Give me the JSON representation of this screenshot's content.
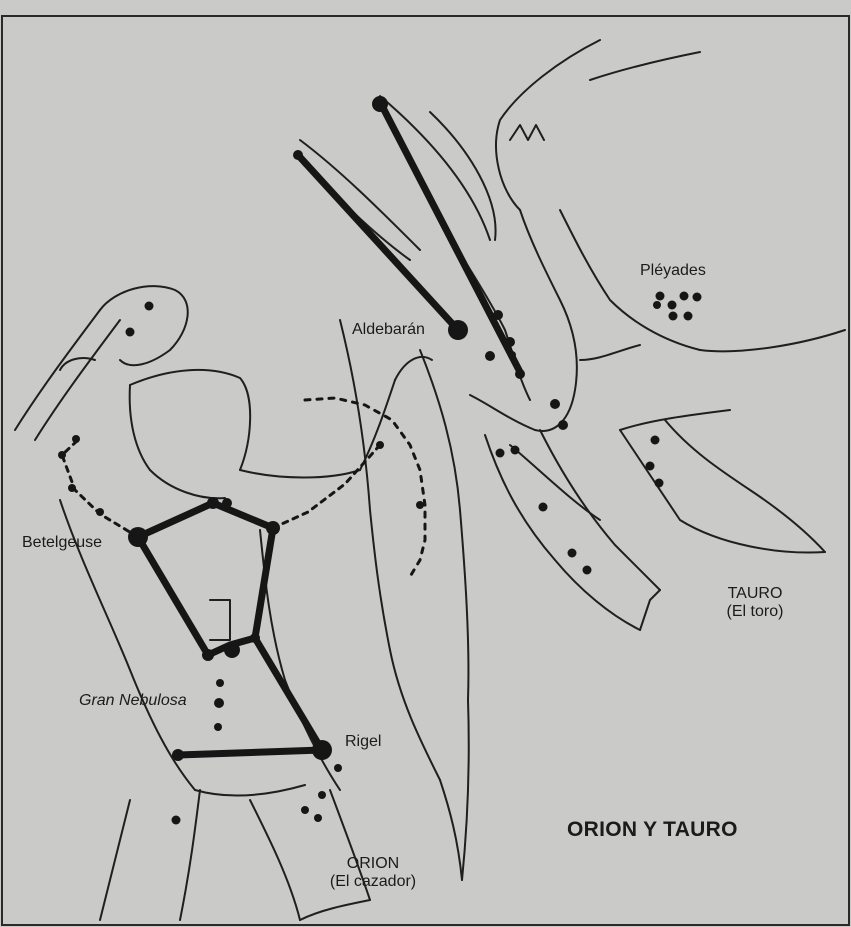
{
  "title": "ORION Y TAURO",
  "stars": {
    "aldebaran": "Aldebarán",
    "pleiades": "Pléyades",
    "betelgeuse": "Betelgeuse",
    "rigel": "Rigel",
    "nebula": "Gran Nebulosa"
  },
  "constellations": {
    "taurus": {
      "name": "TAURO",
      "common": "(El toro)"
    },
    "orion": {
      "name": "ORION",
      "common": "(El cazador)"
    }
  },
  "colors": {
    "background": "#cacac8",
    "ink": "#1b1b1b"
  }
}
